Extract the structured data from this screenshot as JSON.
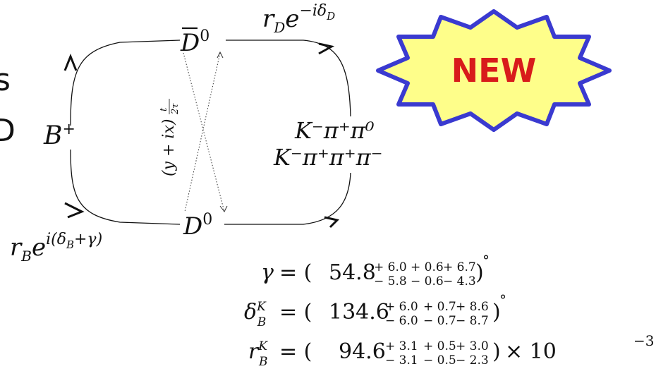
{
  "left_partial_text": [
    "s",
    "D"
  ],
  "diagram": {
    "b_node": {
      "base": "B",
      "sup": "+"
    },
    "dbar_node": {
      "base": "D",
      "sup": "0"
    },
    "d_node": {
      "base": "D",
      "sup": "0"
    },
    "mixing_label": {
      "main": "(y + ix)",
      "frac_num": "t",
      "frac_den": "2τ"
    },
    "top_amplitude": {
      "r": "r",
      "r_sub": "D",
      "e": "e",
      "exp": "−iδ",
      "exp_sub": "D"
    },
    "bottom_amplitude": {
      "r": "r",
      "r_sub": "B",
      "e": "e",
      "exp_a": "i(δ",
      "exp_sub": "B",
      "exp_b": "+γ)"
    },
    "final_states": [
      {
        "text": "K⁻π⁺π⁰"
      },
      {
        "text": "K⁻π⁺π⁺π⁻"
      }
    ]
  },
  "badge": {
    "label": "NEW",
    "fill_color": "#fefe8a",
    "border_color": "#3a3ad0",
    "text_color": "#d81b1b"
  },
  "results": {
    "gamma": {
      "symbol": "γ",
      "central": "54.8",
      "errors_up": [
        "+ 6.0",
        "+ 0.6",
        "+ 6.7"
      ],
      "errors_down": [
        "− 5.8",
        "− 0.6",
        "− 4.3"
      ],
      "unit": "°"
    },
    "delta_b": {
      "symbol": "δ",
      "sub": "B",
      "sup": "K",
      "central": "134.6",
      "errors_up": [
        "+  6.0",
        "+ 0.7",
        "+  8.6"
      ],
      "errors_down": [
        "−  6.0",
        "− 0.7",
        "−  8.7"
      ],
      "unit": "°"
    },
    "r_b": {
      "symbol": "r",
      "sub": "B",
      "sup": "K",
      "central": "94.6",
      "errors_up": [
        "+  3.1",
        "+ 0.5",
        "+  3.0"
      ],
      "errors_down": [
        "−  3.1",
        "− 0.5",
        "−  2.3"
      ],
      "scale": "× 10",
      "scale_exp": "−3"
    }
  }
}
